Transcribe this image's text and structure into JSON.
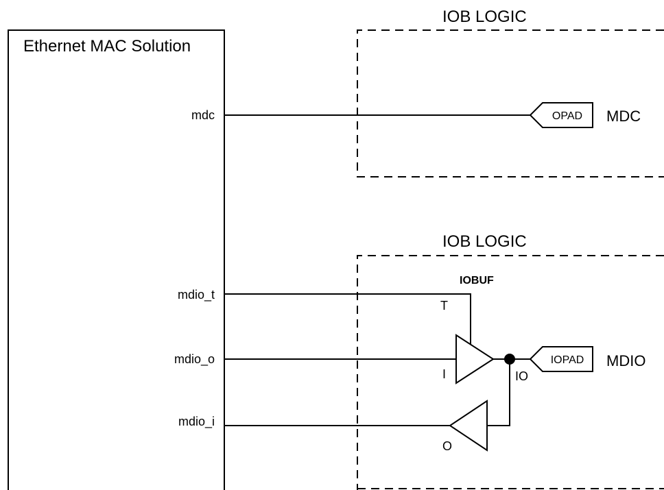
{
  "mac_block": {
    "title": "Ethernet MAC Solution",
    "signals": {
      "mdc": "mdc",
      "mdio_t": "mdio_t",
      "mdio_o": "mdio_o",
      "mdio_i": "mdio_i"
    }
  },
  "iob_top": {
    "label": "IOB LOGIC",
    "pad": "OPAD",
    "pin": "MDC"
  },
  "iob_bottom": {
    "label": "IOB LOGIC",
    "iobuf_label": "IOBUF",
    "ports": {
      "t": "T",
      "i": "I",
      "o": "O",
      "io": "IO"
    },
    "pad": "IOPAD",
    "pin": "MDIO"
  }
}
